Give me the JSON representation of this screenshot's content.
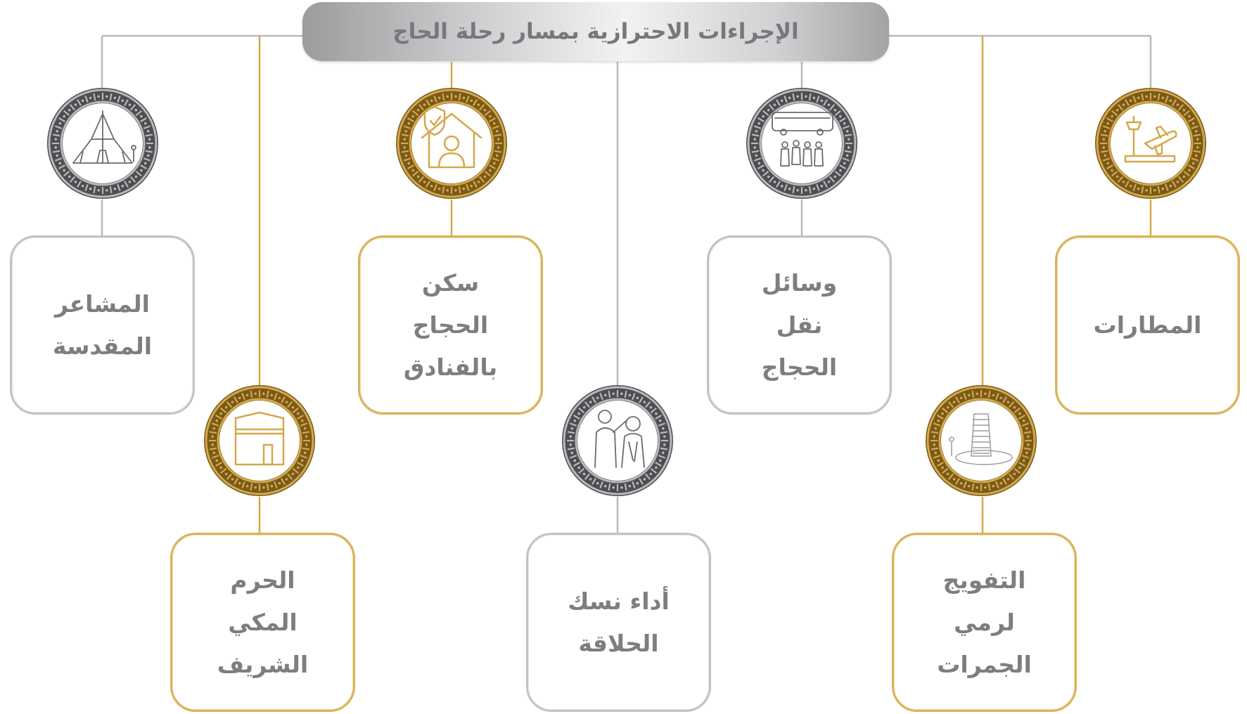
{
  "title": "الإجراءات الاحترازية بمسار رحلة الحاج",
  "colors": {
    "gold": "#d4a84b",
    "gold_dark": "#7a5a1a",
    "silver": "#b9b9bb",
    "silver_dark": "#4d4e51",
    "text": "#7d7e81",
    "title_text": "#77787b"
  },
  "nodes": [
    {
      "id": "airports",
      "label": "المطارات",
      "theme": "gold",
      "icon": "airport-plane-icon"
    },
    {
      "id": "transport",
      "label": "وسائل\nنقل\nالحجاج",
      "theme": "silver",
      "icon": "bus-pilgrims-icon"
    },
    {
      "id": "hotels",
      "label": "سكن\nالحجاج\nبالفنادق",
      "theme": "gold",
      "icon": "house-shield-person-icon"
    },
    {
      "id": "holy-sites",
      "label": "المشاعر\nالمقدسة",
      "theme": "silver",
      "icon": "tent-camp-icon"
    },
    {
      "id": "jamarat",
      "label": "التفويج\nلرمي\nالجمرات",
      "theme": "gold",
      "icon": "jamarat-pillar-icon"
    },
    {
      "id": "shaving",
      "label": "أداء نسك\nالحلاقة",
      "theme": "silver",
      "icon": "barber-shaving-icon"
    },
    {
      "id": "haram",
      "label": "الحرم\nالمكي\nالشريف",
      "theme": "gold",
      "icon": "kaaba-icon"
    }
  ]
}
